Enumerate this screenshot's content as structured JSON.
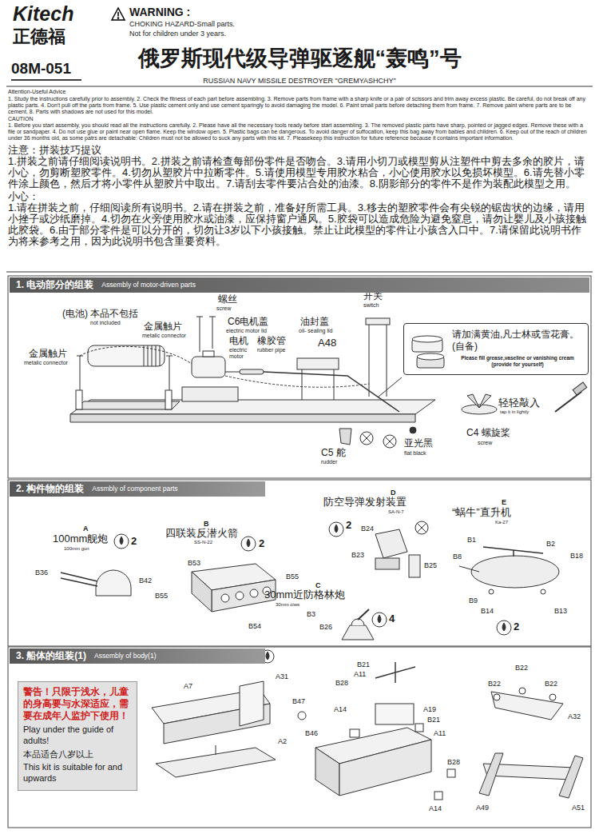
{
  "diagram": {
    "title": "俄罗斯现代级导弹驱逐舰“轰鸣”号",
    "nodes": [
      {
        "text": [
          "1. 电动部分的组装",
          "Assembly of motor-driven parts"
        ]
      },
      {
        "text": [
          "请加满黄油,凡士林或雪花膏。(自备)",
          "Please fill grease,vaseline or vanishing cream (provide for yourself)"
        ]
      },
      {
        "text": [
          "2. 构件物的组装",
          "Assmbly of component parts"
        ]
      },
      {
        "text": [
          "3. 船体的组装(1)",
          "Assembly of body(1)"
        ]
      },
      {
        "text": [
          "警告！只限于浅水，儿童的身高要与水深适应，需要在成年人监护下使用！",
          "Play under the guide of adults!",
          "本品适合八岁以上",
          "This kit is suitable for and upwards"
        ]
      }
    ],
    "labels": [
      "Kitech",
      "正德福",
      "WARNING :",
      "CHOKING HAZARD-Small parts.",
      "Not for children under 3 years.",
      "08M-051",
      "RUSSIAN NAVY MISSILE DESTROYER \"GREMYASHCHY\"",
      "Attention-Useful Advice",
      "1. Study the instructions carefully prior to assembly. 2. Check the fitness of each part before assembling. 3. Remove parts from frame with a sharp knife or a pair of scissors and trim away excess plastic. Be careful, do not break off any plastic parts. 4. Don't pull off the parts from frame. 5. Use plastic cement only and use cement sparingly to avoid damaging the model. 6. Paint small parts before detaching them from frame. 7. Remove paint where parts are to be cement. 8. Parts with shadows are not used for this model.",
      "CAUTION",
      "1. Before you start assembly, you should read all the instructions carefully. 2. Please have all the necessary tools ready before start assembling. 3. The removed plastic parts have sharp, pointed or jagged edges. Remove these with a file or sandpaper. 4. Do not use glue or paint near open flame. Keep the window open. 5. Plastic bags can be dangerous. To avoid danger of suffocation, keep this bag away from babies and children. 6. Keep out of the reach of children under 36 months old, as some patrs are detachable: Children must not be allowed to suck any parts with this kit. 7. Pleasekeep this instruction for future reference because it contains important information.",
      "注意：拼装技巧提议",
      "1.拼装之前请仔细阅读说明书。2.拼装之前请检查每部份零件是否吻合。3.请用小切刀或模型剪从注塑件中剪去多余的胶片，请小心，勿剪断塑胶零件。4.切勿从塑胶片中拉断零件。5.请使用模型专用胶水粘合，小心使用胶水以免损坏模型。6.请先替小零件涂上颜色，然后才将小零件从塑胶片中取出。7.请刮去零件要沾合处的油漆。8.阴影部分的零件不是作为装配此模型之用。",
      "小心：",
      "1.请在拼装之前，仔细阅读所有说明书。2.请在拼装之前，准备好所需工具。3.移去的塑胶零件会有尖锐的锯齿状的边缘，请用小挫子或沙纸磨掉。4.切勿在火旁使用胶水或油漆，应保持窗户通风。5.胶袋可以造成危险为避免窒息，请勿让婴儿及小孩接触此胶袋。6.由于部分零件是可以分开的，切勿让3岁以下小孩接触。禁止让此模型的零件让小孩含入口中。7.请保留此说明书作为将来参考之用，因为此说明书包含重要资料。",
      "螺丝",
      "screw",
      "开关",
      "switch",
      "(电池) 本品不包括",
      "not included",
      "金属触片",
      "metalic connector",
      "C6电机盖",
      "electric motor lid",
      "电机",
      "electric motor",
      "橡胶管",
      "rubber pipe",
      "油封盖",
      "oil- sealing lid",
      "A48",
      "金属触片",
      "metalic connector",
      "轻轻敲入",
      "tap it in lightly",
      "C4 螺旋桨",
      "screw",
      "C5 舵",
      "rudder",
      "亚光黑",
      "flat black",
      "D",
      "防空导弹发射装置",
      "SA-N-7",
      "E",
      "“蜗牛”直升机",
      "Ka-27",
      "A",
      "100mm舰炮",
      "100mm gun",
      "2",
      "B",
      "四联装反潜火箭",
      "SS-N-22",
      "2",
      "2",
      "B24",
      "B23",
      "B25",
      "B36",
      "B42",
      "B53",
      "B55",
      "B55",
      "B54",
      "C",
      "30mm近防格林炮",
      "30mm ciws",
      "B3",
      "B26",
      "4",
      "B1",
      "B2",
      "B8",
      "B18",
      "B9",
      "B14",
      "B13",
      "2",
      "A7",
      "A31",
      "A2",
      "B47",
      "B46",
      "B28",
      "A11",
      "B21",
      "A14",
      "A19",
      "B21",
      "A11",
      "B28",
      "A14",
      "B22",
      "B22",
      "B22",
      "A32",
      "A49",
      "A51"
    ]
  }
}
